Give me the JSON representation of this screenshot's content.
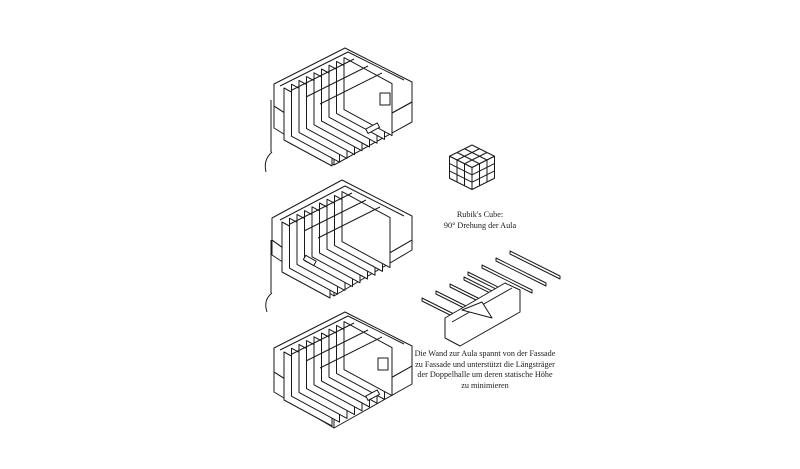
{
  "captions": {
    "rubik_line1": "Rubik's Cube:",
    "rubik_line2": "90° Drehung der Aula",
    "wall_line1": "Die Wand zur Aula spannt von der Fassade",
    "wall_line2": "zu Fassade und unterstützt die Längsträger",
    "wall_line3": "der Doppelhalle um deren statische Höhe",
    "wall_line4": "zu minimieren"
  }
}
